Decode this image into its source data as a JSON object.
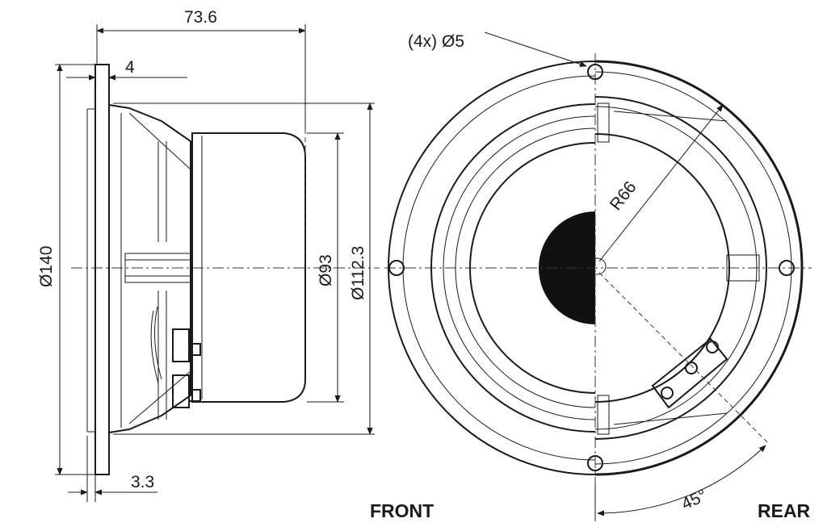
{
  "dimensions": {
    "depth": "73.6",
    "flange_thickness": "4",
    "flange_offset": "3.3",
    "outer_diameter": "Ø140",
    "magnet_diameter": "Ø93",
    "cutout_diameter": "Ø112.3",
    "holes": "(4x) Ø5",
    "radius": "R66",
    "angle": "45°"
  },
  "views": {
    "front": "FRONT",
    "rear": "REAR"
  },
  "colors": {
    "ink": "#1a1a1a",
    "background": "#ffffff"
  }
}
